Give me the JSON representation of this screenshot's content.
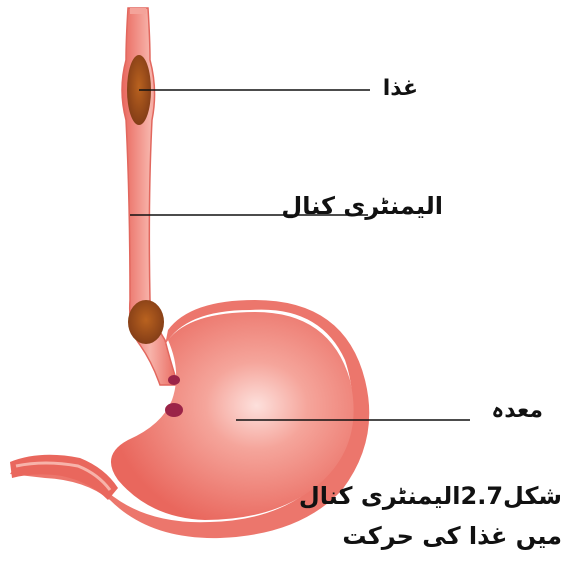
{
  "labels": {
    "food": "غذا",
    "alimentary_canal": "الیمنٹری کنال",
    "stomach": "معدہ"
  },
  "caption": {
    "prefix": "شکل",
    "number": "2.7",
    "line1_rest": "الیمنٹری کنال",
    "line2": "میں غذا کی حرکت"
  },
  "colors": {
    "tube": "#f08a80",
    "tube_highlight": "#f7b3aa",
    "food_bolus": "#a8541e",
    "stomach": "#f07a70",
    "leader_line": "#111111"
  }
}
